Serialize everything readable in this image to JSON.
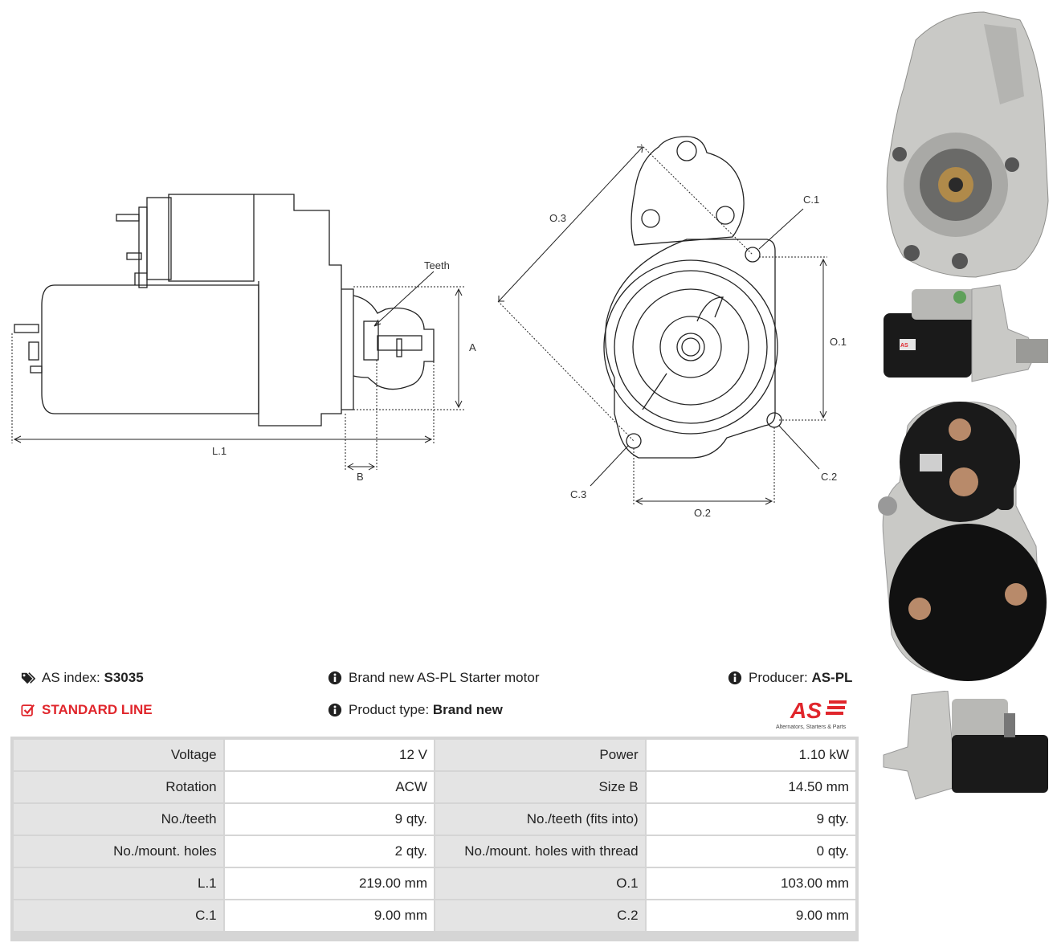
{
  "diagram": {
    "labels": {
      "teeth": "Teeth",
      "a": "A",
      "l1": "L.1",
      "b": "B",
      "o3": "O.3",
      "c1": "C.1",
      "o1": "O.1",
      "c2": "C.2",
      "c3": "C.3",
      "o2": "O.2"
    }
  },
  "info": {
    "as_index_label": "AS index:",
    "as_index_value": "S3035",
    "standard_line": "STANDARD LINE",
    "description": "Brand new AS-PL Starter motor",
    "product_type_label": "Product type:",
    "product_type_value": "Brand new",
    "producer_label": "Producer:",
    "producer_value": "AS-PL",
    "logo_text": "AS",
    "logo_tagline": "Alternators, Starters & Parts"
  },
  "specs": [
    {
      "l1": "Voltage",
      "v1": "12 V",
      "l2": "Power",
      "v2": "1.10 kW"
    },
    {
      "l1": "Rotation",
      "v1": "ACW",
      "l2": "Size B",
      "v2": "14.50 mm"
    },
    {
      "l1": "No./teeth",
      "v1": "9 qty.",
      "l2": "No./teeth (fits into)",
      "v2": "9 qty."
    },
    {
      "l1": "No./mount. holes",
      "v1": "2 qty.",
      "l2": "No./mount. holes with thread",
      "v2": "0 qty."
    },
    {
      "l1": "L.1",
      "v1": "219.00 mm",
      "l2": "O.1",
      "v2": "103.00 mm"
    },
    {
      "l1": "C.1",
      "v1": "9.00 mm",
      "l2": "C.2",
      "v2": "9.00 mm"
    }
  ],
  "colors": {
    "accent_red": "#e0262c",
    "table_label_bg": "#e4e4e4",
    "motor_black": "#1a1a1a",
    "housing_silver": "#c9c9c6"
  }
}
